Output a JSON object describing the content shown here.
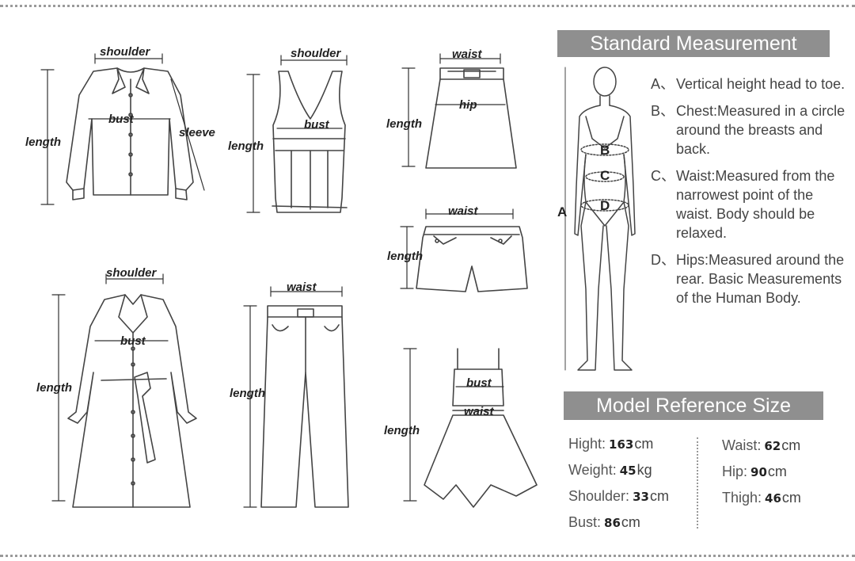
{
  "garment_labels": {
    "shirt": {
      "shoulder": "shoulder",
      "bust": "bust",
      "sleeve": "sleeve",
      "length": "length"
    },
    "vest": {
      "shoulder": "shoulder",
      "bust": "bust",
      "length": "length"
    },
    "skirt": {
      "waist": "waist",
      "hip": "hip",
      "length": "length"
    },
    "shorts": {
      "waist": "waist",
      "length": "length"
    },
    "coat": {
      "shoulder": "shoulder",
      "bust": "bust",
      "length": "length"
    },
    "pants": {
      "waist": "waist",
      "length": "length"
    },
    "dress": {
      "bust": "bust",
      "waist": "waist",
      "length": "length"
    }
  },
  "standard": {
    "title": "Standard Measurement",
    "figure_marks": {
      "A": "A",
      "B": "B",
      "C": "C",
      "D": "D"
    },
    "notes": [
      {
        "letter": "A、",
        "text": "Vertical height head to toe."
      },
      {
        "letter": "B、",
        "text": "Chest:Measured in a circle around the breasts and back."
      },
      {
        "letter": "C、",
        "text": "Waist:Measured from the narrowest point of the waist. Body should be relaxed."
      },
      {
        "letter": "D、",
        "text": "Hips:Measured around the rear. Basic Measurements of the Human Body."
      }
    ]
  },
  "model": {
    "title": "Model Reference Size",
    "left": [
      {
        "label": "Hight:",
        "value": "163",
        "unit": "cm"
      },
      {
        "label": "Weight:",
        "value": "45",
        "unit": "kg"
      },
      {
        "label": "Shoulder:",
        "value": "33",
        "unit": "cm"
      },
      {
        "label": "Bust:",
        "value": "86",
        "unit": "cm"
      }
    ],
    "right": [
      {
        "label": "Waist:",
        "value": "62",
        "unit": "cm"
      },
      {
        "label": "Hip:",
        "value": "90",
        "unit": "cm"
      },
      {
        "label": "Thigh:",
        "value": "46",
        "unit": "cm"
      }
    ]
  }
}
